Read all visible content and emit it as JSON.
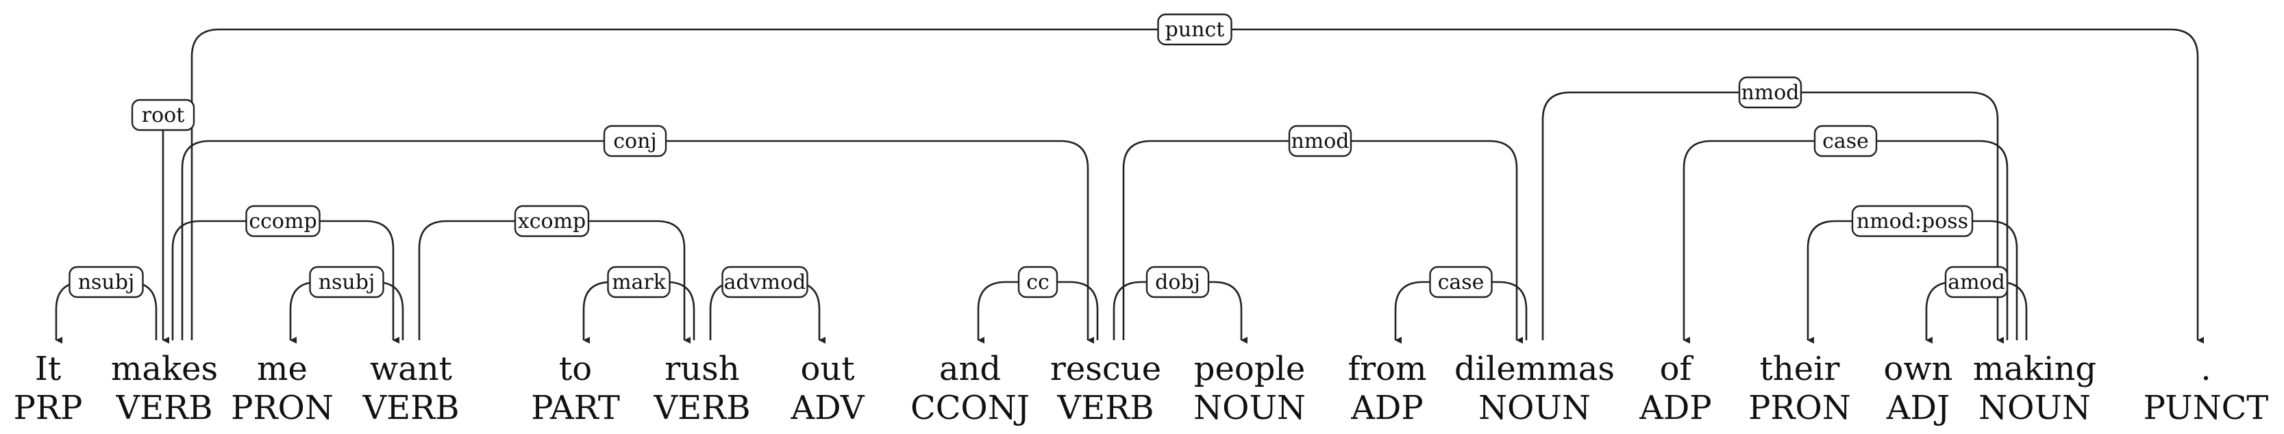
{
  "tokens": [
    {
      "word": "It",
      "tag": "PRP"
    },
    {
      "word": "makes",
      "tag": "VERB"
    },
    {
      "word": "me",
      "tag": "PRON"
    },
    {
      "word": "want",
      "tag": "VERB"
    },
    {
      "word": "to",
      "tag": "PART"
    },
    {
      "word": "rush",
      "tag": "VERB"
    },
    {
      "word": "out",
      "tag": "ADV"
    },
    {
      "word": "and",
      "tag": "CCONJ"
    },
    {
      "word": "rescue",
      "tag": "VERB"
    },
    {
      "word": "people",
      "tag": "NOUN"
    },
    {
      "word": "from",
      "tag": "ADP"
    },
    {
      "word": "dilemmas",
      "tag": "NOUN"
    },
    {
      "word": "of",
      "tag": "ADP"
    },
    {
      "word": "their",
      "tag": "PRON"
    },
    {
      "word": "own",
      "tag": "ADJ"
    },
    {
      "word": "making",
      "tag": "NOUN"
    },
    {
      "word": ".",
      "tag": "PUNCT"
    }
  ],
  "root": {
    "label": "root",
    "target": 1
  },
  "arcs": [
    {
      "label": "nsubj",
      "head": 1,
      "dep": 0,
      "level": 1
    },
    {
      "label": "nsubj",
      "head": 3,
      "dep": 2,
      "level": 1
    },
    {
      "label": "mark",
      "head": 5,
      "dep": 4,
      "level": 1
    },
    {
      "label": "advmod",
      "head": 5,
      "dep": 6,
      "level": 1
    },
    {
      "label": "cc",
      "head": 8,
      "dep": 7,
      "level": 1
    },
    {
      "label": "dobj",
      "head": 8,
      "dep": 9,
      "level": 1
    },
    {
      "label": "case",
      "head": 11,
      "dep": 10,
      "level": 1
    },
    {
      "label": "amod",
      "head": 15,
      "dep": 14,
      "level": 1
    },
    {
      "label": "ccomp",
      "head": 1,
      "dep": 3,
      "level": 2
    },
    {
      "label": "xcomp",
      "head": 3,
      "dep": 5,
      "level": 2
    },
    {
      "label": "nmod:poss",
      "head": 15,
      "dep": 13,
      "level": 2
    },
    {
      "label": "case",
      "head": 15,
      "dep": 12,
      "level": 3
    },
    {
      "label": "conj",
      "head": 1,
      "dep": 8,
      "level": 3
    },
    {
      "label": "nmod",
      "head": 8,
      "dep": 11,
      "level": 3
    },
    {
      "label": "nmod",
      "head": 11,
      "dep": 15,
      "level": 4
    },
    {
      "label": "punct",
      "head": 1,
      "dep": 16,
      "level": 5
    }
  ]
}
